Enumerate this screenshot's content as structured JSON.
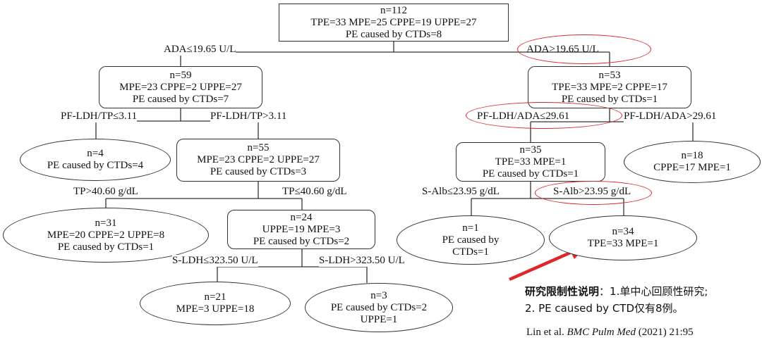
{
  "root": {
    "line1": "n=112",
    "line2": "TPE=33  MPE=25  CPPE=19  UPPE=27",
    "line3": "PE caused by CTDs=8"
  },
  "split_root": {
    "left": "ADA≤19.65 U/L",
    "right": "ADA>19.65 U/L"
  },
  "n59": {
    "line1": "n=59",
    "line2": "MPE=23  CPPE=2  UPPE=27",
    "line3": "PE caused by CTDs=7"
  },
  "n53": {
    "line1": "n=53",
    "line2": "TPE=33 MPE=2  CPPE=17",
    "line3": "PE caused by CTDs=1"
  },
  "split_59": {
    "left": "PF-LDH/TP≤3.11",
    "right": "PF-LDH/TP>3.11"
  },
  "split_53": {
    "left": "PF-LDH/ADA≤29.61",
    "right": "PF-LDH/ADA>29.61"
  },
  "n4": {
    "line1": "n=4",
    "line2": "PE caused by CTDs=4"
  },
  "n55": {
    "line1": "n=55",
    "line2": "MPE=23  CPPE=2  UPPE=27",
    "line3": "PE caused by CTDs=3"
  },
  "n35": {
    "line1": "n=35",
    "line2": "TPE=33 MPE=1",
    "line3": "PE caused by CTDs=1"
  },
  "n18": {
    "line1": "n=18",
    "line2": "CPPE=17  MPE=1"
  },
  "split_55": {
    "left": "TP>40.60 g/dL",
    "right": "TP≤40.60 g/dL"
  },
  "split_35": {
    "left": "S-Alb≤23.95 g/dL",
    "right": "S-Alb>23.95 g/dL"
  },
  "n31": {
    "line1": "n=31",
    "line2": "MPE=20  CPPE=2  UPPE=8",
    "line3": "PE caused by CTDs=1"
  },
  "n24": {
    "line1": "n=24",
    "line2": "UPPE=19   MPE=3",
    "line3": "PE caused by CTDs=2"
  },
  "n1": {
    "line1": "n=1",
    "line2": "PE caused by",
    "line3": "CTDs=1"
  },
  "n34": {
    "line1": "n=34",
    "line2": "TPE=33 MPE=1"
  },
  "split_24": {
    "left": "S-LDH≤323.50 U/L",
    "right": "S-LDH>323.50 U/L"
  },
  "n21": {
    "line1": "n=21",
    "line2": "MPE=3   UPPE=18"
  },
  "n3": {
    "line1": "n=3",
    "line2": "PE caused by CTDs=2",
    "line3": "UPPE=1"
  },
  "note": {
    "title": "研究限制性说明",
    "colon": "：",
    "item1": "1.单中心回顾性研究;",
    "item2": "2. PE caused by CTD仅有8例。"
  },
  "citation": {
    "authors": "Lin et al. ",
    "journal": "BMC Pulm Med",
    "rest": " (2021) 21:95"
  },
  "colors": {
    "highlight": "#e0262b",
    "arrow": "#e0262b",
    "line": "#333333"
  }
}
